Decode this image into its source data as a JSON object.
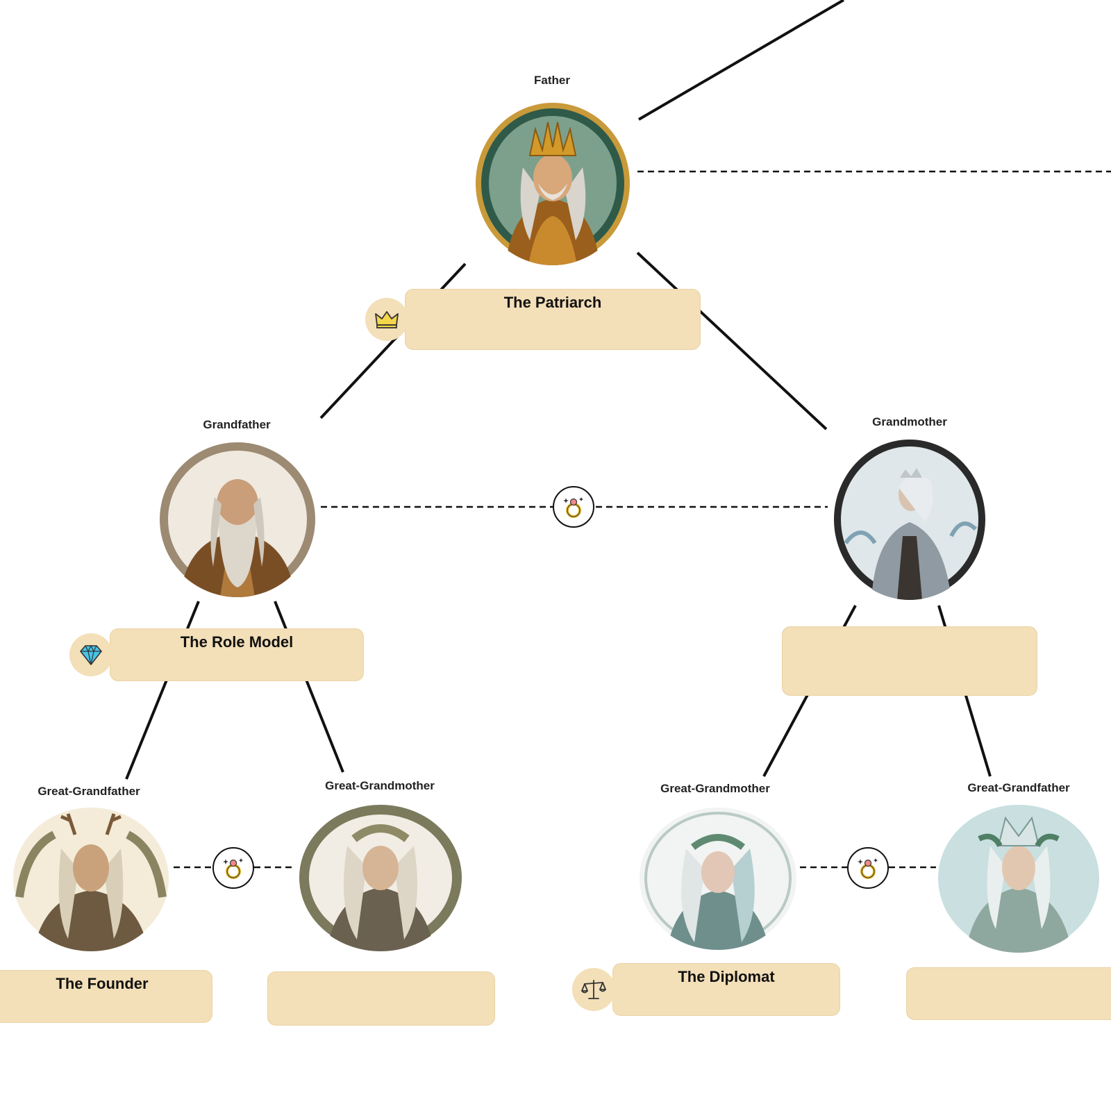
{
  "nodes": {
    "father": {
      "role": "Father",
      "title": "The Patriarch",
      "badge_icon": "crown-icon"
    },
    "grandfather": {
      "role": "Grandfather",
      "title": "The Role Model",
      "badge_icon": "diamond-icon"
    },
    "grandmother": {
      "role": "Grandmother",
      "title": ""
    },
    "great_grandfather_left": {
      "role": "Great-Grandfather",
      "title": "The Founder"
    },
    "great_grandmother_left": {
      "role": "Great-Grandmother",
      "title": ""
    },
    "great_grandmother_right": {
      "role": "Great-Grandmother",
      "title": "The Diplomat",
      "badge_icon": "scales-icon"
    },
    "great_grandfather_right": {
      "role": "Great-Grandfather",
      "title": ""
    }
  },
  "marriage_icon": "ring-icon",
  "colors": {
    "card_fill": "#f3dfb8",
    "line": "#111111"
  }
}
